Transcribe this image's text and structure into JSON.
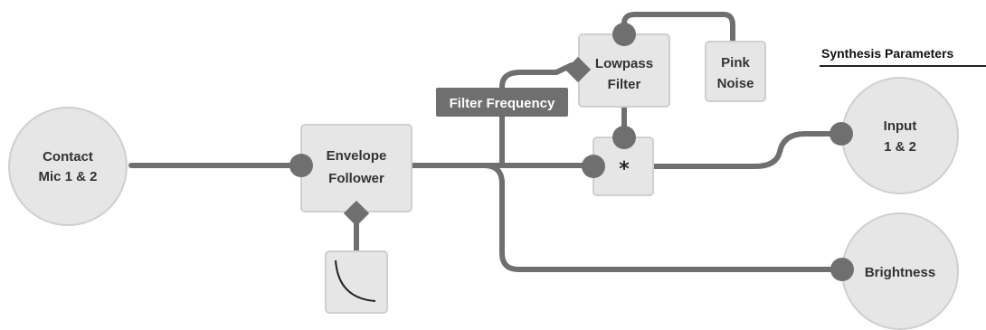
{
  "header": {
    "title": "Synthesis Parameters"
  },
  "nodes": {
    "contact_mic": {
      "line1": "Contact",
      "line2": "Mic 1 & 2"
    },
    "envelope_follower": {
      "line1": "Envelope",
      "line2": "Follower"
    },
    "lowpass_filter": {
      "line1": "Lowpass",
      "line2": "Filter"
    },
    "pink_noise": {
      "line1": "Pink",
      "line2": "Noise"
    },
    "multiply": {
      "symbol": "*"
    },
    "input": {
      "line1": "Input",
      "line2": "1 & 2"
    },
    "brightness": {
      "label": "Brightness"
    }
  },
  "tags": {
    "filter_frequency": "Filter Frequency"
  },
  "icons": {
    "envelope_curve": "decay-curve-icon"
  },
  "colors": {
    "wire": "#6f6f6f",
    "node_fill": "#e6e6e6",
    "node_stroke": "#cfcfcf",
    "port": "#6f6f6f",
    "tag_bg": "#6f6f6f"
  }
}
